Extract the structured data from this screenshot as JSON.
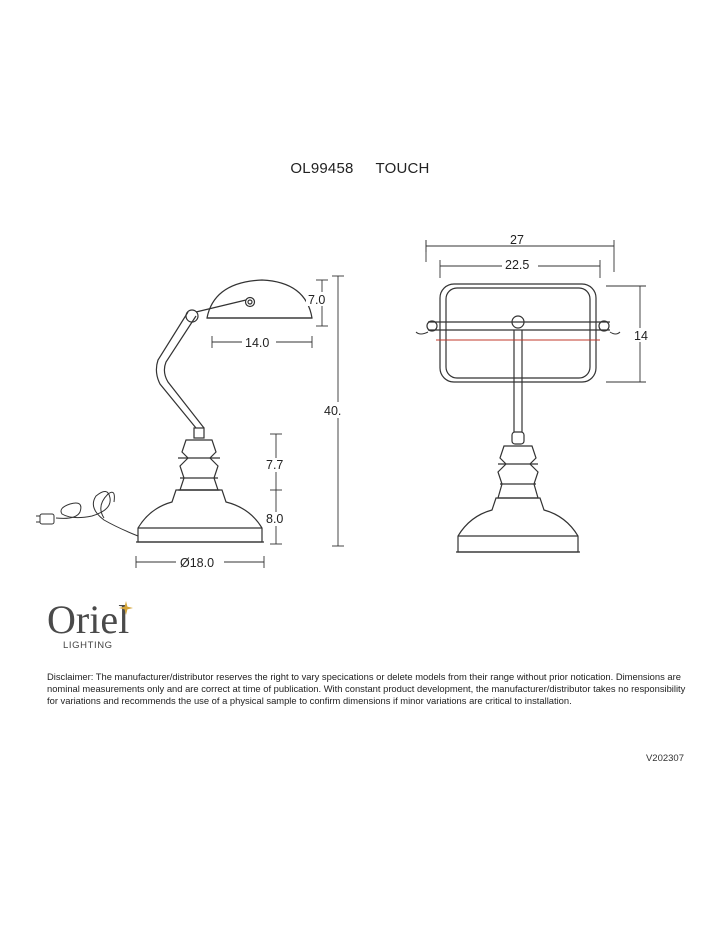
{
  "header": {
    "model": "OL99458",
    "feature": "TOUCH"
  },
  "side_view": {
    "shade_height": "7.0",
    "shade_width": "14.0",
    "total_height": "40.",
    "body_height": "7.7",
    "base_height": "8.0",
    "base_diameter": "Ø18.0"
  },
  "front_view": {
    "overall_width": "27",
    "shade_width": "22.5",
    "shade_height": "14"
  },
  "logo": {
    "brand": "Oriel",
    "tagline": "LIGHTING",
    "accent_color": "#d4a53a"
  },
  "disclaimer": "Disclaimer: The manufacturer/distributor reserves the right to vary specications or delete models from their range without prior notication. Dimensions are nominal measurements only and are correct at time of publication. With constant product development, the manufacturer/distributor takes no responsibility for variations and recommends the use of a physical sample to confirm dimensions if minor variations are critical to installation.",
  "version": "V202307",
  "colors": {
    "line": "#333333",
    "red_line": "#c0392b"
  }
}
